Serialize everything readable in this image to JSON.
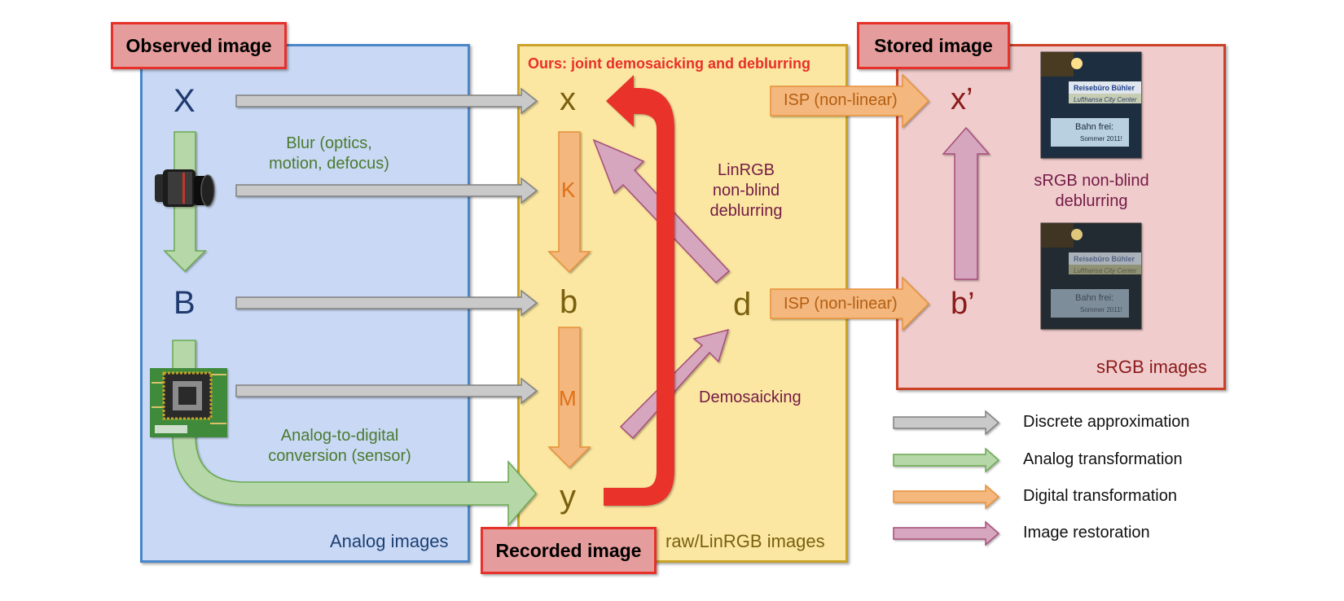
{
  "titles": {
    "observed": "Observed image",
    "stored": "Stored image",
    "recorded": "Recorded image",
    "ours": "Ours: joint demosaicking and deblurring"
  },
  "panels": {
    "analog": "Analog images",
    "raw": "raw/LinRGB images",
    "srgb": "sRGB images"
  },
  "symbols": {
    "X": "X",
    "B": "B",
    "x": "x",
    "K": "K",
    "b": "b",
    "M": "M",
    "y": "y",
    "d": "d",
    "xprime": "x’",
    "bprime": "b’"
  },
  "labels": {
    "blur": [
      "Blur (optics,",
      "motion, defocus)"
    ],
    "adc": [
      "Analog-to-digital",
      "conversion (sensor)"
    ],
    "isp_top": "ISP (non-linear)",
    "isp_bottom": "ISP (non-linear)",
    "linrgb": [
      "LinRGB",
      "non-blind",
      "deblurring"
    ],
    "demosaicking": "Demosaicking",
    "srgb_deblur": [
      "sRGB non-blind",
      "deblurring"
    ]
  },
  "photo_text": {
    "sign1": "Reisebüro Bühler",
    "sign2": "Lufthansa City Center",
    "sign3": "Bahn frei:",
    "sign4": "Sommer 2011!"
  },
  "legend": [
    {
      "label": "Discrete approximation",
      "color": "#c9c9c9"
    },
    {
      "label": "Analog transformation",
      "color": "#b6d7a8"
    },
    {
      "label": "Digital transformation",
      "color": "#f4b77e"
    },
    {
      "label": "Image restoration",
      "color": "#d5a6bd"
    }
  ],
  "colors": {
    "analog_bg": "#c9d9f5",
    "analog_border": "#4a86c8",
    "raw_bg": "#fbe7a1",
    "raw_border": "#c9a227",
    "srgb_bg": "#f0cccc",
    "srgb_border": "#cc4125",
    "red_arrow": "#e8302a"
  }
}
